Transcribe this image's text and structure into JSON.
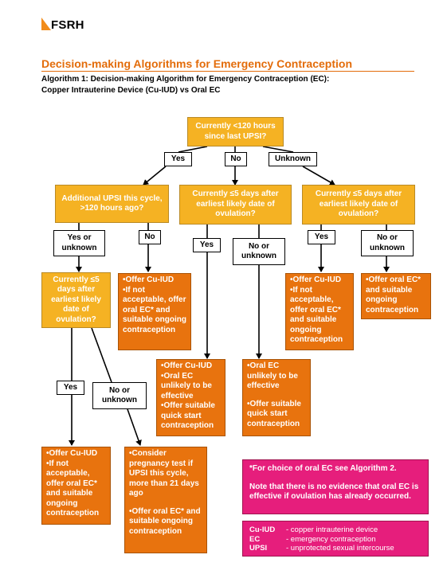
{
  "header": {
    "logo_text": "FSRH"
  },
  "title": "Decision-making Algorithms for Emergency Contraception",
  "subtitle": {
    "line1": "Algorithm 1: Decision-making Algorithm for Emergency Contraception (EC):",
    "line2": "Copper Intrauterine Device (Cu-IUD) vs Oral EC"
  },
  "colors": {
    "decision": "#f5b223",
    "action": "#e8730e",
    "note": "#e61e7c",
    "title": "#e36c0a"
  },
  "nodes": {
    "start": "Currently <120 hours since last UPSI?",
    "yes_1": "Yes",
    "no_1": "No",
    "unknown_1": "Unknown",
    "additional_upsi": "Additional UPSI this cycle, >120 hours ago?",
    "ovulation_mid": "Currently ≤5 days after earliest likely date of ovulation?",
    "ovulation_right": "Currently ≤5 days after earliest likely date of ovulation?",
    "yes_or_unknown_a": "Yes or unknown",
    "no_a": "No",
    "yes_mid": "Yes",
    "no_or_unknown_mid": "No or unknown",
    "yes_right": "Yes",
    "no_or_unknown_right": "No or unknown",
    "ovulation_left": "Currently ≤5 days after earliest likely date of ovulation?",
    "yes_left": "Yes",
    "no_or_unknown_left": "No or unknown"
  },
  "actions": {
    "a_no": [
      "•Offer Cu-IUD",
      "•If not acceptable, offer oral EC* and suitable ongoing contraception"
    ],
    "right_yes": [
      "•Offer Cu-IUD",
      "•If not acceptable, offer oral EC* and suitable ongoing contraception"
    ],
    "right_no": [
      "•Offer oral EC* and suitable ongoing contraception"
    ],
    "mid_yes": [
      "•Offer Cu-IUD",
      "•Oral EC unlikely to be effective",
      "•Offer suitable quick start contraception"
    ],
    "mid_no": [
      "•Oral EC unlikely to be effective",
      "•Offer suitable quick start contraception"
    ],
    "left_yes": [
      "•Offer Cu-IUD",
      "•If not acceptable, offer oral EC* and suitable ongoing contraception"
    ],
    "left_no": [
      "•Consider pregnancy test if UPSI this cycle, more than 21 days ago",
      "•Offer oral EC* and suitable ongoing contraception"
    ]
  },
  "notes": {
    "line1": "*For choice of oral EC see Algorithm 2.",
    "line2": "Note that there is no evidence that oral EC is effective if ovulation has already occurred."
  },
  "abbreviations": [
    {
      "key": "Cu-IUD",
      "value": "- copper intrauterine device"
    },
    {
      "key": "EC",
      "value": "- emergency contraception"
    },
    {
      "key": "UPSI",
      "value": "- unprotected sexual intercourse"
    }
  ]
}
